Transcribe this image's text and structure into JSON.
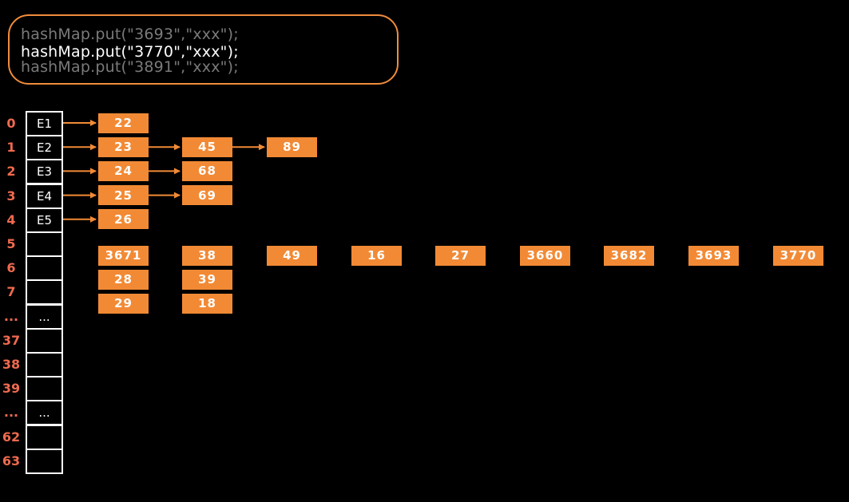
{
  "code": {
    "lines": [
      {
        "text": "hashMap.put(\"3693\",\"xxx\");",
        "state": "dim"
      },
      {
        "text": "hashMap.put(\"3770\",\"xxx\");",
        "state": "active"
      },
      {
        "text": "hashMap.put(\"3891\",\"xxx\");",
        "state": "dim"
      }
    ]
  },
  "table": {
    "rows": [
      {
        "index": "0",
        "entry": "E1",
        "chain": [
          "22"
        ]
      },
      {
        "index": "1",
        "entry": "E2",
        "chain": [
          "23",
          "45",
          "89"
        ]
      },
      {
        "index": "2",
        "entry": "E3",
        "chain": [
          "24",
          "68"
        ]
      },
      {
        "index": "3",
        "entry": "E4",
        "chain": [
          "25",
          "69"
        ]
      },
      {
        "index": "4",
        "entry": "E5",
        "chain": [
          "26"
        ]
      },
      {
        "index": "5",
        "entry": ""
      },
      {
        "index": "6",
        "entry": ""
      },
      {
        "index": "7",
        "entry": ""
      },
      {
        "index": "...",
        "entry": "..."
      },
      {
        "index": "37",
        "entry": ""
      },
      {
        "index": "38",
        "entry": ""
      },
      {
        "index": "39",
        "entry": ""
      },
      {
        "index": "...",
        "entry": "..."
      },
      {
        "index": "62",
        "entry": ""
      },
      {
        "index": "63",
        "entry": ""
      }
    ]
  },
  "pending_keys": {
    "row1": [
      "3671",
      "38",
      "49",
      "16",
      "27",
      "3660",
      "3682",
      "3693",
      "3770"
    ],
    "row2": [
      "28",
      "39"
    ],
    "row3": [
      "29",
      "18"
    ]
  },
  "colors": {
    "node": "#f28a35",
    "index": "#ef6a4e",
    "arrow": "#f28a35",
    "border": "#f08c3c"
  }
}
